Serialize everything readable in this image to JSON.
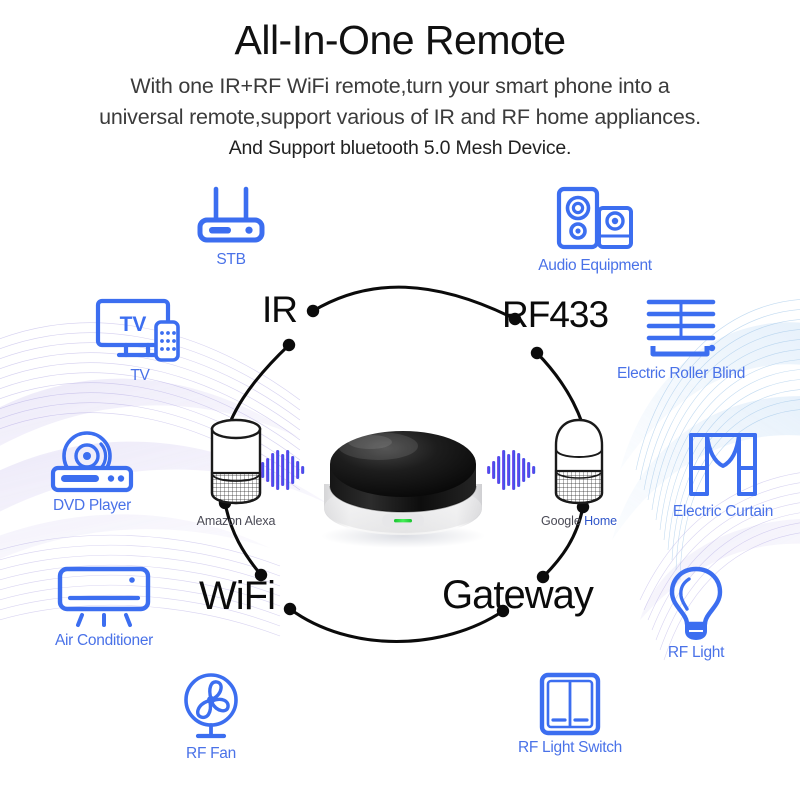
{
  "header": {
    "title": "All-In-One Remote",
    "subtitle_line1": "With one IR+RF WiFi remote,turn your smart phone into a",
    "subtitle_line2": "universal remote,support various of IR and RF home appliances.",
    "bluetooth_line": "And Support bluetooth 5.0 Mesh Device."
  },
  "ring": {
    "labels": {
      "ir": "IR",
      "rf433": "RF433",
      "wifi": "WiFi",
      "gateway": "Gateway"
    }
  },
  "hub": {
    "name": "all-in-one-remote-hub",
    "led_color": "#2fd643",
    "dome_color": "#151515",
    "base_color": "#f2f2f2"
  },
  "speakers": [
    {
      "id": "amazon-alexa",
      "name_plain": "Amazon Alexa",
      "name_prefix": "Amazon Alexa",
      "name_suffix": ""
    },
    {
      "id": "google-home",
      "name_plain": "Google Home",
      "name_prefix": "Google ",
      "name_suffix": "Home"
    }
  ],
  "devices": {
    "stb": "STB",
    "tv": "TV",
    "tv_screen_text": "TV",
    "dvd": "DVD Player",
    "air_conditioner": "Air Conditioner",
    "rf_fan": "RF Fan",
    "rf_light_switch": "RF Light Switch",
    "audio_equipment": "Audio Equipment",
    "electric_roller_blind": "Electric Roller Blind",
    "electric_curtain": "Electric Curtain",
    "rf_light": "RF Light"
  },
  "colors": {
    "accent_blue": "#4a72e8",
    "icon_blue": "#3c6ef0",
    "label_blue": "#4a72e8",
    "dark_text": "#0b0b0b",
    "body_text": "#3b3b3b",
    "wave_purple": "#b9b2e6",
    "wave_blue": "#b9d4f2",
    "led_green": "#2fd643"
  }
}
